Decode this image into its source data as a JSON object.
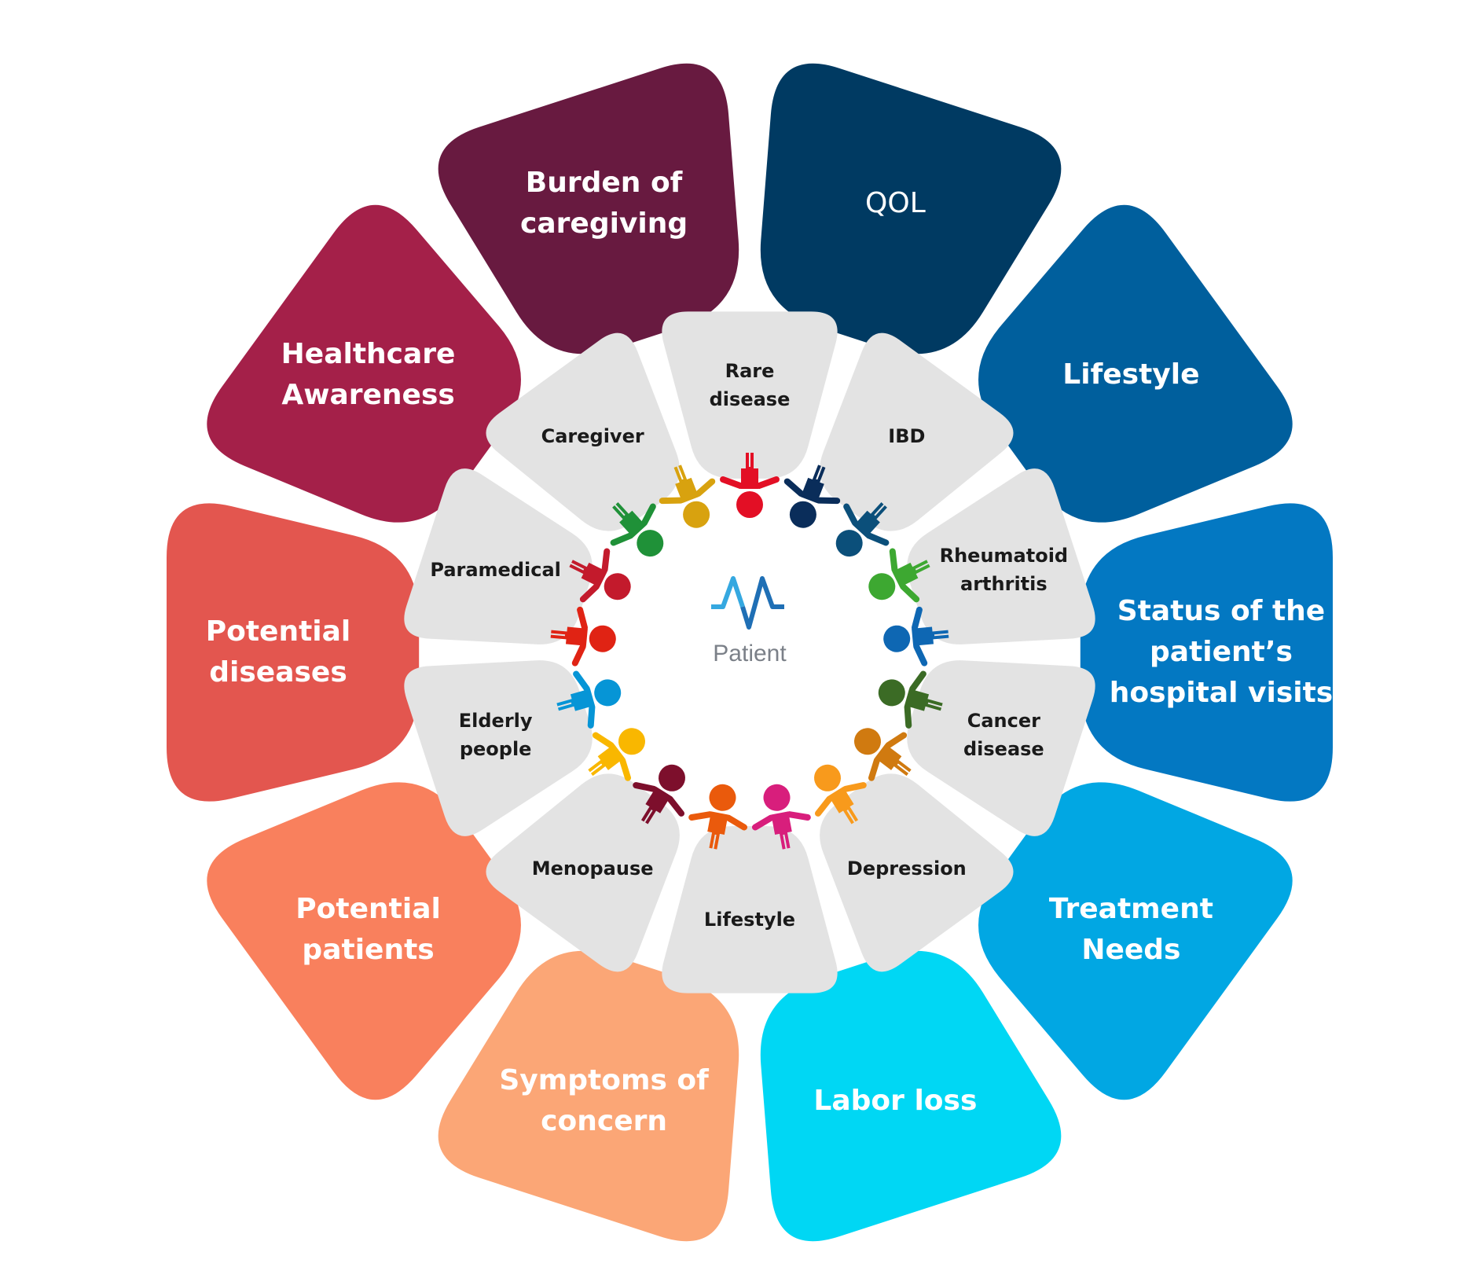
{
  "outer_petals": [
    {
      "lines": [
        "Burden of",
        "caregiving"
      ],
      "color": "#681a40",
      "weight": "bold"
    },
    {
      "lines": [
        "QOL"
      ],
      "color": "#003a62",
      "weight": "normal"
    },
    {
      "lines": [
        "Lifestyle"
      ],
      "color": "#005f9d",
      "weight": "bold"
    },
    {
      "lines": [
        "Status of the",
        "patient’s",
        "hospital visits"
      ],
      "color": "#0378c2",
      "weight": "bold"
    },
    {
      "lines": [
        "Treatment",
        "Needs"
      ],
      "color": "#01a7e3",
      "weight": "bold"
    },
    {
      "lines": [
        "Labor loss"
      ],
      "color": "#00d7f4",
      "weight": "bold"
    },
    {
      "lines": [
        "Symptoms of",
        "concern"
      ],
      "color": "#fba676",
      "weight": "bold"
    },
    {
      "lines": [
        "Potential",
        "patients"
      ],
      "color": "#f9805d",
      "weight": "bold"
    },
    {
      "lines": [
        "Potential",
        "diseases"
      ],
      "color": "#e3564f",
      "weight": "bold"
    },
    {
      "lines": [
        "Healthcare",
        "Awareness"
      ],
      "color": "#a42049",
      "weight": "bold"
    }
  ],
  "inner_petals": [
    {
      "lines": [
        "Rare",
        "disease"
      ]
    },
    {
      "lines": [
        "IBD"
      ]
    },
    {
      "lines": [
        "Rheumatoid",
        "arthritis"
      ]
    },
    {
      "lines": [
        "Cancer",
        "disease"
      ]
    },
    {
      "lines": [
        "Depression"
      ]
    },
    {
      "lines": [
        "Lifestyle"
      ]
    },
    {
      "lines": [
        "Menopause"
      ]
    },
    {
      "lines": [
        "Elderly",
        "people"
      ]
    },
    {
      "lines": [
        "Paramedical"
      ]
    },
    {
      "lines": [
        "Caregiver"
      ]
    }
  ],
  "inner_color": "#e3e3e3",
  "center": {
    "label": "Patient",
    "logo_icon": "pulse-logo-icon",
    "logo_colors": [
      "#35a8e0",
      "#1f6fb5"
    ],
    "people_ring_icon": "people-holding-hands-icon",
    "people_colors": [
      "#e30f25",
      "#0a2d5a",
      "#0b4f7a",
      "#3da831",
      "#0e67b3",
      "#3b6b25",
      "#d07a10",
      "#f89a1c",
      "#d81e7c",
      "#ea5a0c",
      "#7d0f2c",
      "#f9b700",
      "#0695d6",
      "#e02314",
      "#c31a2c",
      "#1f9138",
      "#d8a20f"
    ]
  }
}
